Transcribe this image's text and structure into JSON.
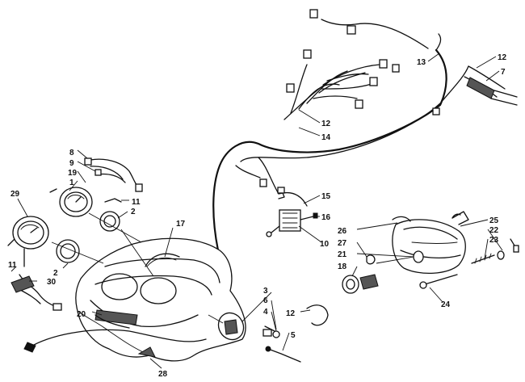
{
  "callouts": [
    {
      "id": "c1",
      "text": "1"
    },
    {
      "id": "c2a",
      "text": "2"
    },
    {
      "id": "c2b",
      "text": "2"
    },
    {
      "id": "c3",
      "text": "3"
    },
    {
      "id": "c4",
      "text": "4"
    },
    {
      "id": "c5",
      "text": "5"
    },
    {
      "id": "c6",
      "text": "6"
    },
    {
      "id": "c7",
      "text": "7"
    },
    {
      "id": "c8",
      "text": "8"
    },
    {
      "id": "c9",
      "text": "9"
    },
    {
      "id": "c10",
      "text": "10"
    },
    {
      "id": "c11a",
      "text": "11"
    },
    {
      "id": "c11b",
      "text": "11"
    },
    {
      "id": "c12a",
      "text": "12"
    },
    {
      "id": "c12b",
      "text": "12"
    },
    {
      "id": "c12c",
      "text": "12"
    },
    {
      "id": "c13",
      "text": "13"
    },
    {
      "id": "c14",
      "text": "14"
    },
    {
      "id": "c15",
      "text": "15"
    },
    {
      "id": "c16",
      "text": "16"
    },
    {
      "id": "c17",
      "text": "17"
    },
    {
      "id": "c18",
      "text": "18"
    },
    {
      "id": "c19",
      "text": "19"
    },
    {
      "id": "c20",
      "text": "20"
    },
    {
      "id": "c21",
      "text": "21"
    },
    {
      "id": "c22",
      "text": "22"
    },
    {
      "id": "c23",
      "text": "23"
    },
    {
      "id": "c24",
      "text": "24"
    },
    {
      "id": "c25",
      "text": "25"
    },
    {
      "id": "c26",
      "text": "26"
    },
    {
      "id": "c27",
      "text": "27"
    },
    {
      "id": "c28",
      "text": "28"
    },
    {
      "id": "c29",
      "text": "29"
    },
    {
      "id": "c30",
      "text": "30"
    }
  ]
}
